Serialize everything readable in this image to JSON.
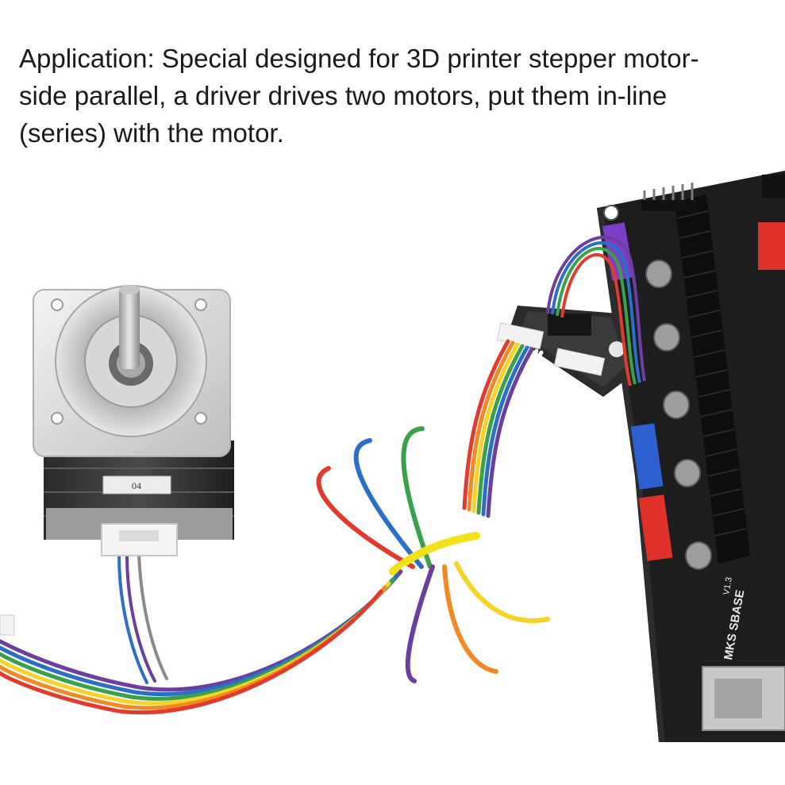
{
  "caption": {
    "line1": "Application: Special designed for 3D printer stepper motor-",
    "line2": "side parallel, a driver drives two motors, put them in-line",
    "line3": "(series) with the motor."
  },
  "motor": {
    "label": "04"
  },
  "board": {
    "label": "MKS SBASE",
    "version": "V1.3"
  },
  "colors": {
    "ribbon": [
      "#e23b2e",
      "#f08a24",
      "#f5d327",
      "#3aa14b",
      "#2c6fc7",
      "#6a3fa0",
      "#8a8a8a",
      "#ffffff"
    ],
    "pcb": "#1c1c1c",
    "heatsink": "#111111",
    "connector_red": "#e0302a",
    "connector_blue": "#2d5fd1",
    "connector_purple": "#7c3fc8",
    "zip_tie": "#f2e21c"
  }
}
